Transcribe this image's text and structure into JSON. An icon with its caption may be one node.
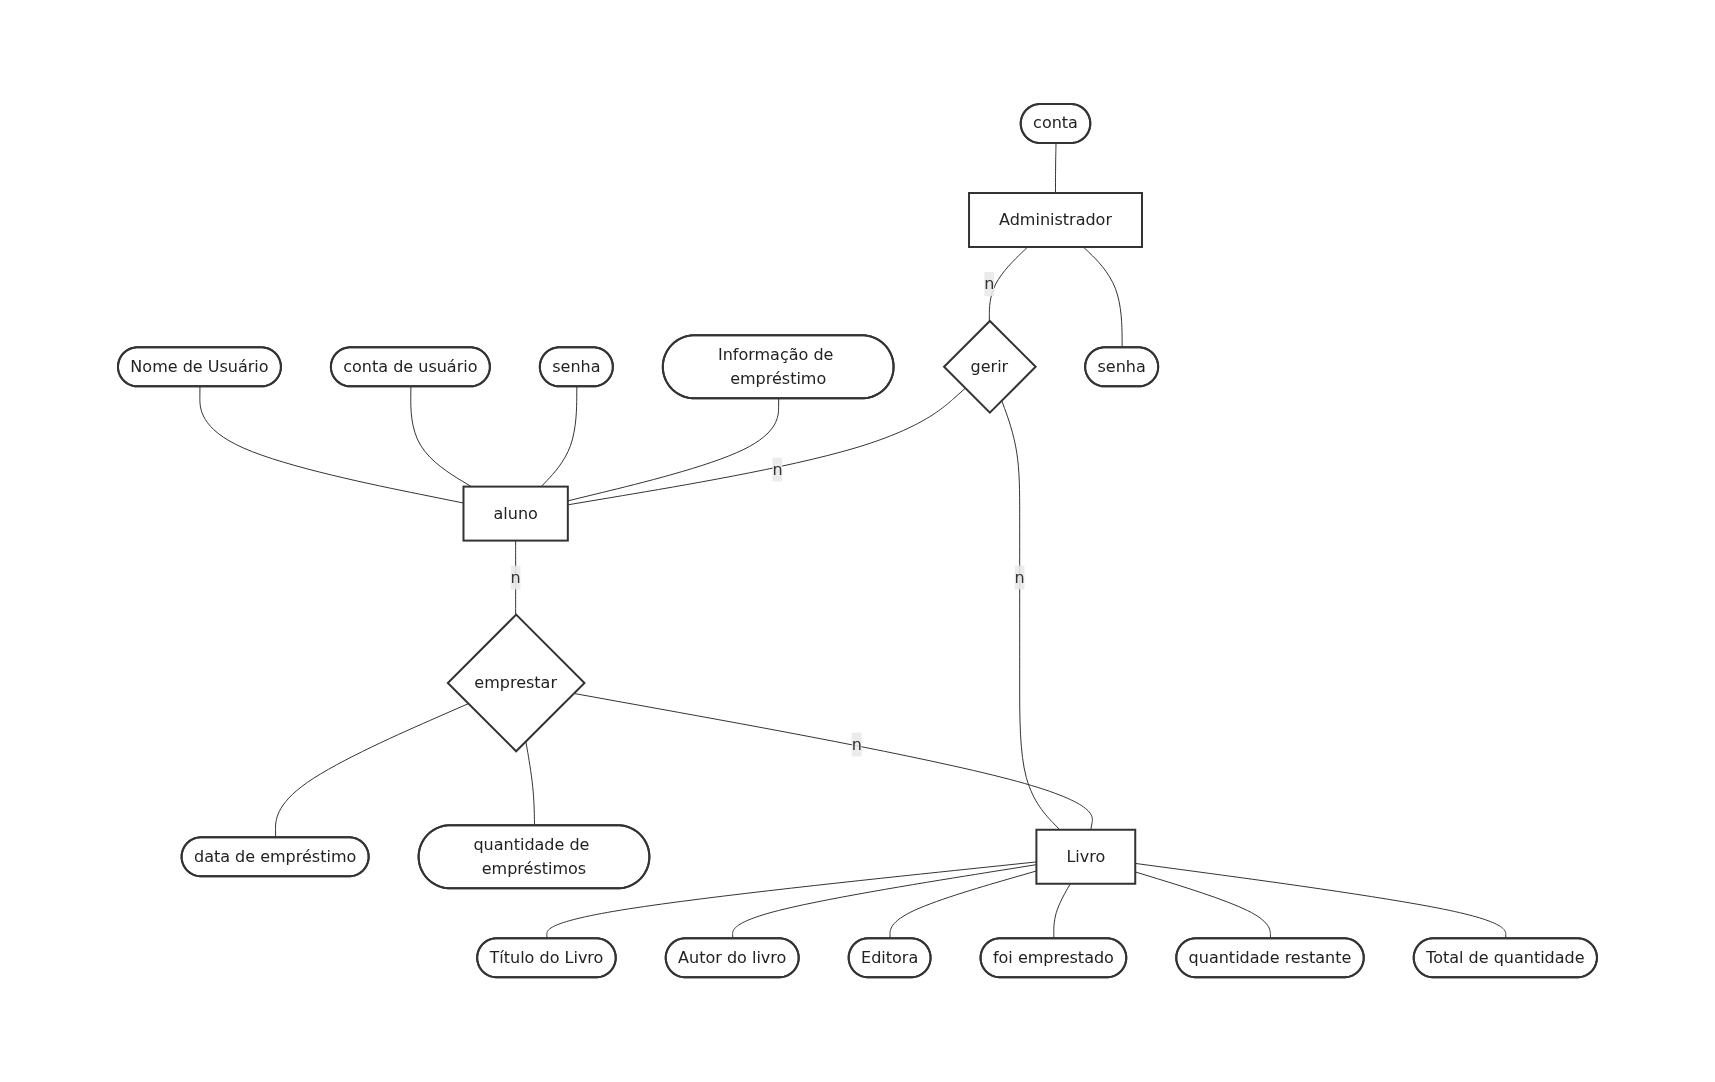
{
  "diagram": {
    "nodes": [
      {
        "text": [
          "Nome de Usuário"
        ]
      },
      {
        "text": [
          "conta de usuário"
        ]
      },
      {
        "text": [
          "senha"
        ]
      },
      {
        "text": [
          "Informação de empréstimo"
        ]
      },
      {
        "text": [
          "aluno"
        ]
      },
      {
        "text": [
          "conta"
        ]
      },
      {
        "text": [
          "Administrador"
        ]
      },
      {
        "text": [
          "gerir"
        ]
      },
      {
        "text": [
          "emprestar"
        ]
      },
      {
        "text": [
          "data de empréstimo"
        ]
      },
      {
        "text": [
          "quantidade de empréstimos"
        ]
      },
      {
        "text": [
          "senha"
        ]
      },
      {
        "text": [
          "Livro"
        ]
      },
      {
        "text": [
          "Título do Livro"
        ]
      },
      {
        "text": [
          "Autor do livro"
        ]
      },
      {
        "text": [
          "Editora"
        ]
      },
      {
        "text": [
          "foi emprestado"
        ]
      },
      {
        "text": [
          "quantidade restante"
        ]
      },
      {
        "text": [
          "Total de quantidade"
        ]
      }
    ],
    "edges": [
      {
        "from": 0,
        "to": 4,
        "arrow": "none"
      },
      {
        "from": 1,
        "to": 4,
        "arrow": "none"
      },
      {
        "from": 2,
        "to": 4,
        "arrow": "none"
      },
      {
        "from": 3,
        "to": 4,
        "arrow": "none"
      },
      {
        "from": 5,
        "to": 6,
        "arrow": "none"
      },
      {
        "from": 6,
        "to": 7,
        "label": "n",
        "arrow": "none"
      },
      {
        "from": 6,
        "to": 11,
        "arrow": "none"
      },
      {
        "from": 7,
        "to": 4,
        "label": "n",
        "arrow": "none"
      },
      {
        "from": 7,
        "to": 12,
        "label": "n",
        "arrow": "none"
      },
      {
        "from": 4,
        "to": 8,
        "label": "n",
        "arrow": "none"
      },
      {
        "from": 8,
        "to": 12,
        "label": "n",
        "arrow": "none"
      },
      {
        "from": 8,
        "to": 9,
        "arrow": "none"
      },
      {
        "from": 8,
        "to": 10,
        "arrow": "none"
      },
      {
        "from": 12,
        "to": 13,
        "arrow": "none"
      },
      {
        "from": 12,
        "to": 14,
        "arrow": "none"
      },
      {
        "from": 12,
        "to": 15,
        "arrow": "none"
      },
      {
        "from": 12,
        "to": 16,
        "arrow": "none"
      },
      {
        "from": 12,
        "to": 17,
        "arrow": "none"
      },
      {
        "from": 12,
        "to": 18,
        "arrow": "none"
      }
    ]
  }
}
